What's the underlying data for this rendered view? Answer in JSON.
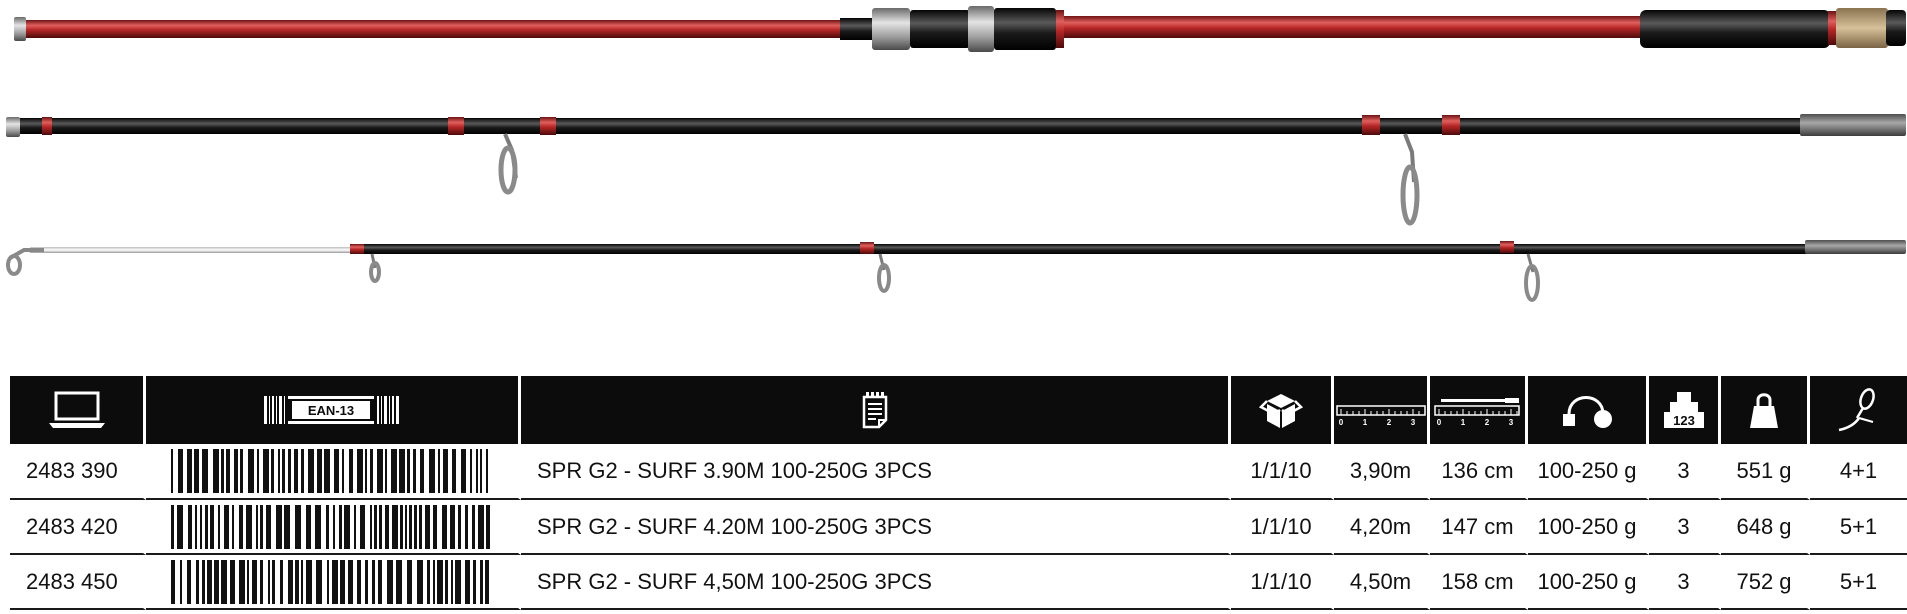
{
  "header": {
    "ean_label": "EAN-13",
    "length_scale_ticks": [
      "0",
      "1",
      "2",
      "3"
    ],
    "transport_scale_ticks": [
      "0",
      "1",
      "2",
      "3"
    ],
    "sections_icon_digits": "123",
    "columns": [
      "computer-icon",
      "ean-barcode-icon",
      "description-icon",
      "package-box-icon",
      "length-ruler-icon",
      "transport-length-ruler-icon",
      "casting-weight-icon",
      "sections-icon",
      "rod-weight-icon",
      "rings-icon"
    ]
  },
  "products": [
    {
      "code": "2483 390",
      "description": "SPR G2 - SURF 3.90M 100-250G 3PCS",
      "packaging": "1/1/10",
      "length": "3,90m",
      "transport_length": "136 cm",
      "casting_weight": "100-250 g",
      "sections": "3",
      "weight": "551 g",
      "rings": "4+1"
    },
    {
      "code": "2483 420",
      "description": "SPR G2 - SURF 4.20M 100-250G 3PCS",
      "packaging": "1/1/10",
      "length": "4,20m",
      "transport_length": "147 cm",
      "casting_weight": "100-250 g",
      "sections": "3",
      "weight": "648 g",
      "rings": "5+1"
    },
    {
      "code": "2483 450",
      "description": "SPR G2 - SURF 4,50M 100-250G 3PCS",
      "packaging": "1/1/10",
      "length": "4,50m",
      "transport_length": "158 cm",
      "casting_weight": "100-250 g",
      "sections": "3",
      "weight": "752 g",
      "rings": "5+1"
    }
  ],
  "colors": {
    "rod_red": "#b42a2a",
    "rod_black": "#151515",
    "header_bg": "#0c0c0c",
    "text": "#111111"
  }
}
